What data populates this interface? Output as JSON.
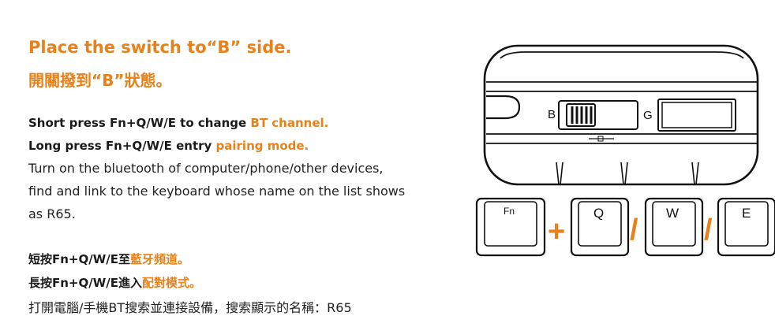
{
  "heading_en_pre": "Place the switch to",
  "heading_en_mark": "“B”",
  "heading_en_post": "side.",
  "heading_zh_pre": "開關撥到",
  "heading_zh_mark": "“B”",
  "heading_zh_post": "狀態。",
  "short_press": {
    "pre": "Short press Fn+Q/W/E to change ",
    "hl": "BT channel."
  },
  "long_press": {
    "pre": "Long press Fn+Q/W/E entry ",
    "hl": "pairing mode."
  },
  "instructions": [
    "Turn on the bluetooth of computer/phone/other devices,",
    "find and link to the keyboard whose name on the list shows",
    "as R65."
  ],
  "short_press_zh": {
    "pre": "短按Fn+Q/W/E至",
    "hl": "藍牙頻道。"
  },
  "long_press_zh": {
    "pre": "長按Fn+Q/W/E進入",
    "hl": "配對模式。"
  },
  "instructions_zh": "打開電腦/手機BT搜索並連接設備，搜索顯示的名稱：R65",
  "switch_labels": {
    "b": "B",
    "g": "G"
  },
  "keys": {
    "fn": "Fn",
    "q": "Q",
    "w": "W",
    "e": "E"
  },
  "operators": {
    "plus": "+",
    "slash1": "/",
    "slash2": "/"
  },
  "colors": {
    "accent": "#e8811a",
    "text": "#1a1a1a"
  }
}
